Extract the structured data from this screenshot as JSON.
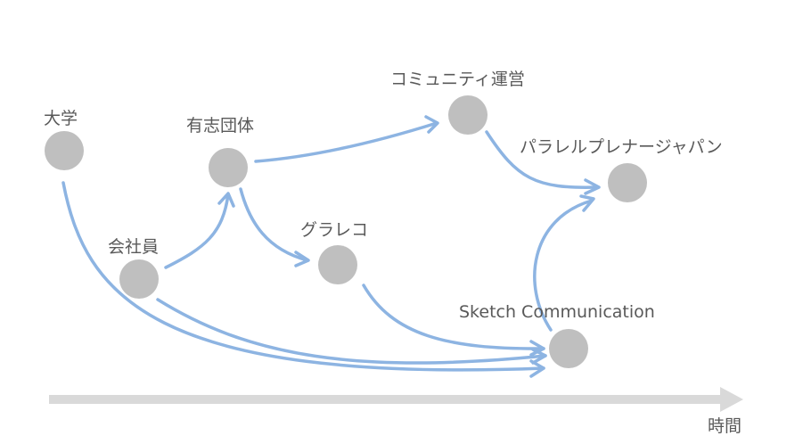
{
  "colors": {
    "node": "#bfbfbf",
    "arrow": "#8db4e2",
    "timeline": "#d9d9d9",
    "text": "#595959"
  },
  "nodes": [
    {
      "id": "university",
      "label": "大学"
    },
    {
      "id": "volunteer",
      "label": "有志団体"
    },
    {
      "id": "employee",
      "label": "会社員"
    },
    {
      "id": "graphic-recording",
      "label": "グラレコ"
    },
    {
      "id": "community",
      "label": "コミュニティ運営"
    },
    {
      "id": "parallel-planner",
      "label": "パラレルプレナージャパン"
    },
    {
      "id": "sketch-communication",
      "label": "Sketch Communication"
    }
  ],
  "edges": [
    {
      "from": "employee",
      "to": "volunteer"
    },
    {
      "from": "volunteer",
      "to": "community"
    },
    {
      "from": "volunteer",
      "to": "graphic-recording"
    },
    {
      "from": "community",
      "to": "parallel-planner"
    },
    {
      "from": "sketch-communication",
      "to": "parallel-planner"
    },
    {
      "from": "graphic-recording",
      "to": "sketch-communication"
    },
    {
      "from": "employee",
      "to": "sketch-communication"
    },
    {
      "from": "university",
      "to": "sketch-communication"
    }
  ],
  "timeline": {
    "label": "時間"
  }
}
